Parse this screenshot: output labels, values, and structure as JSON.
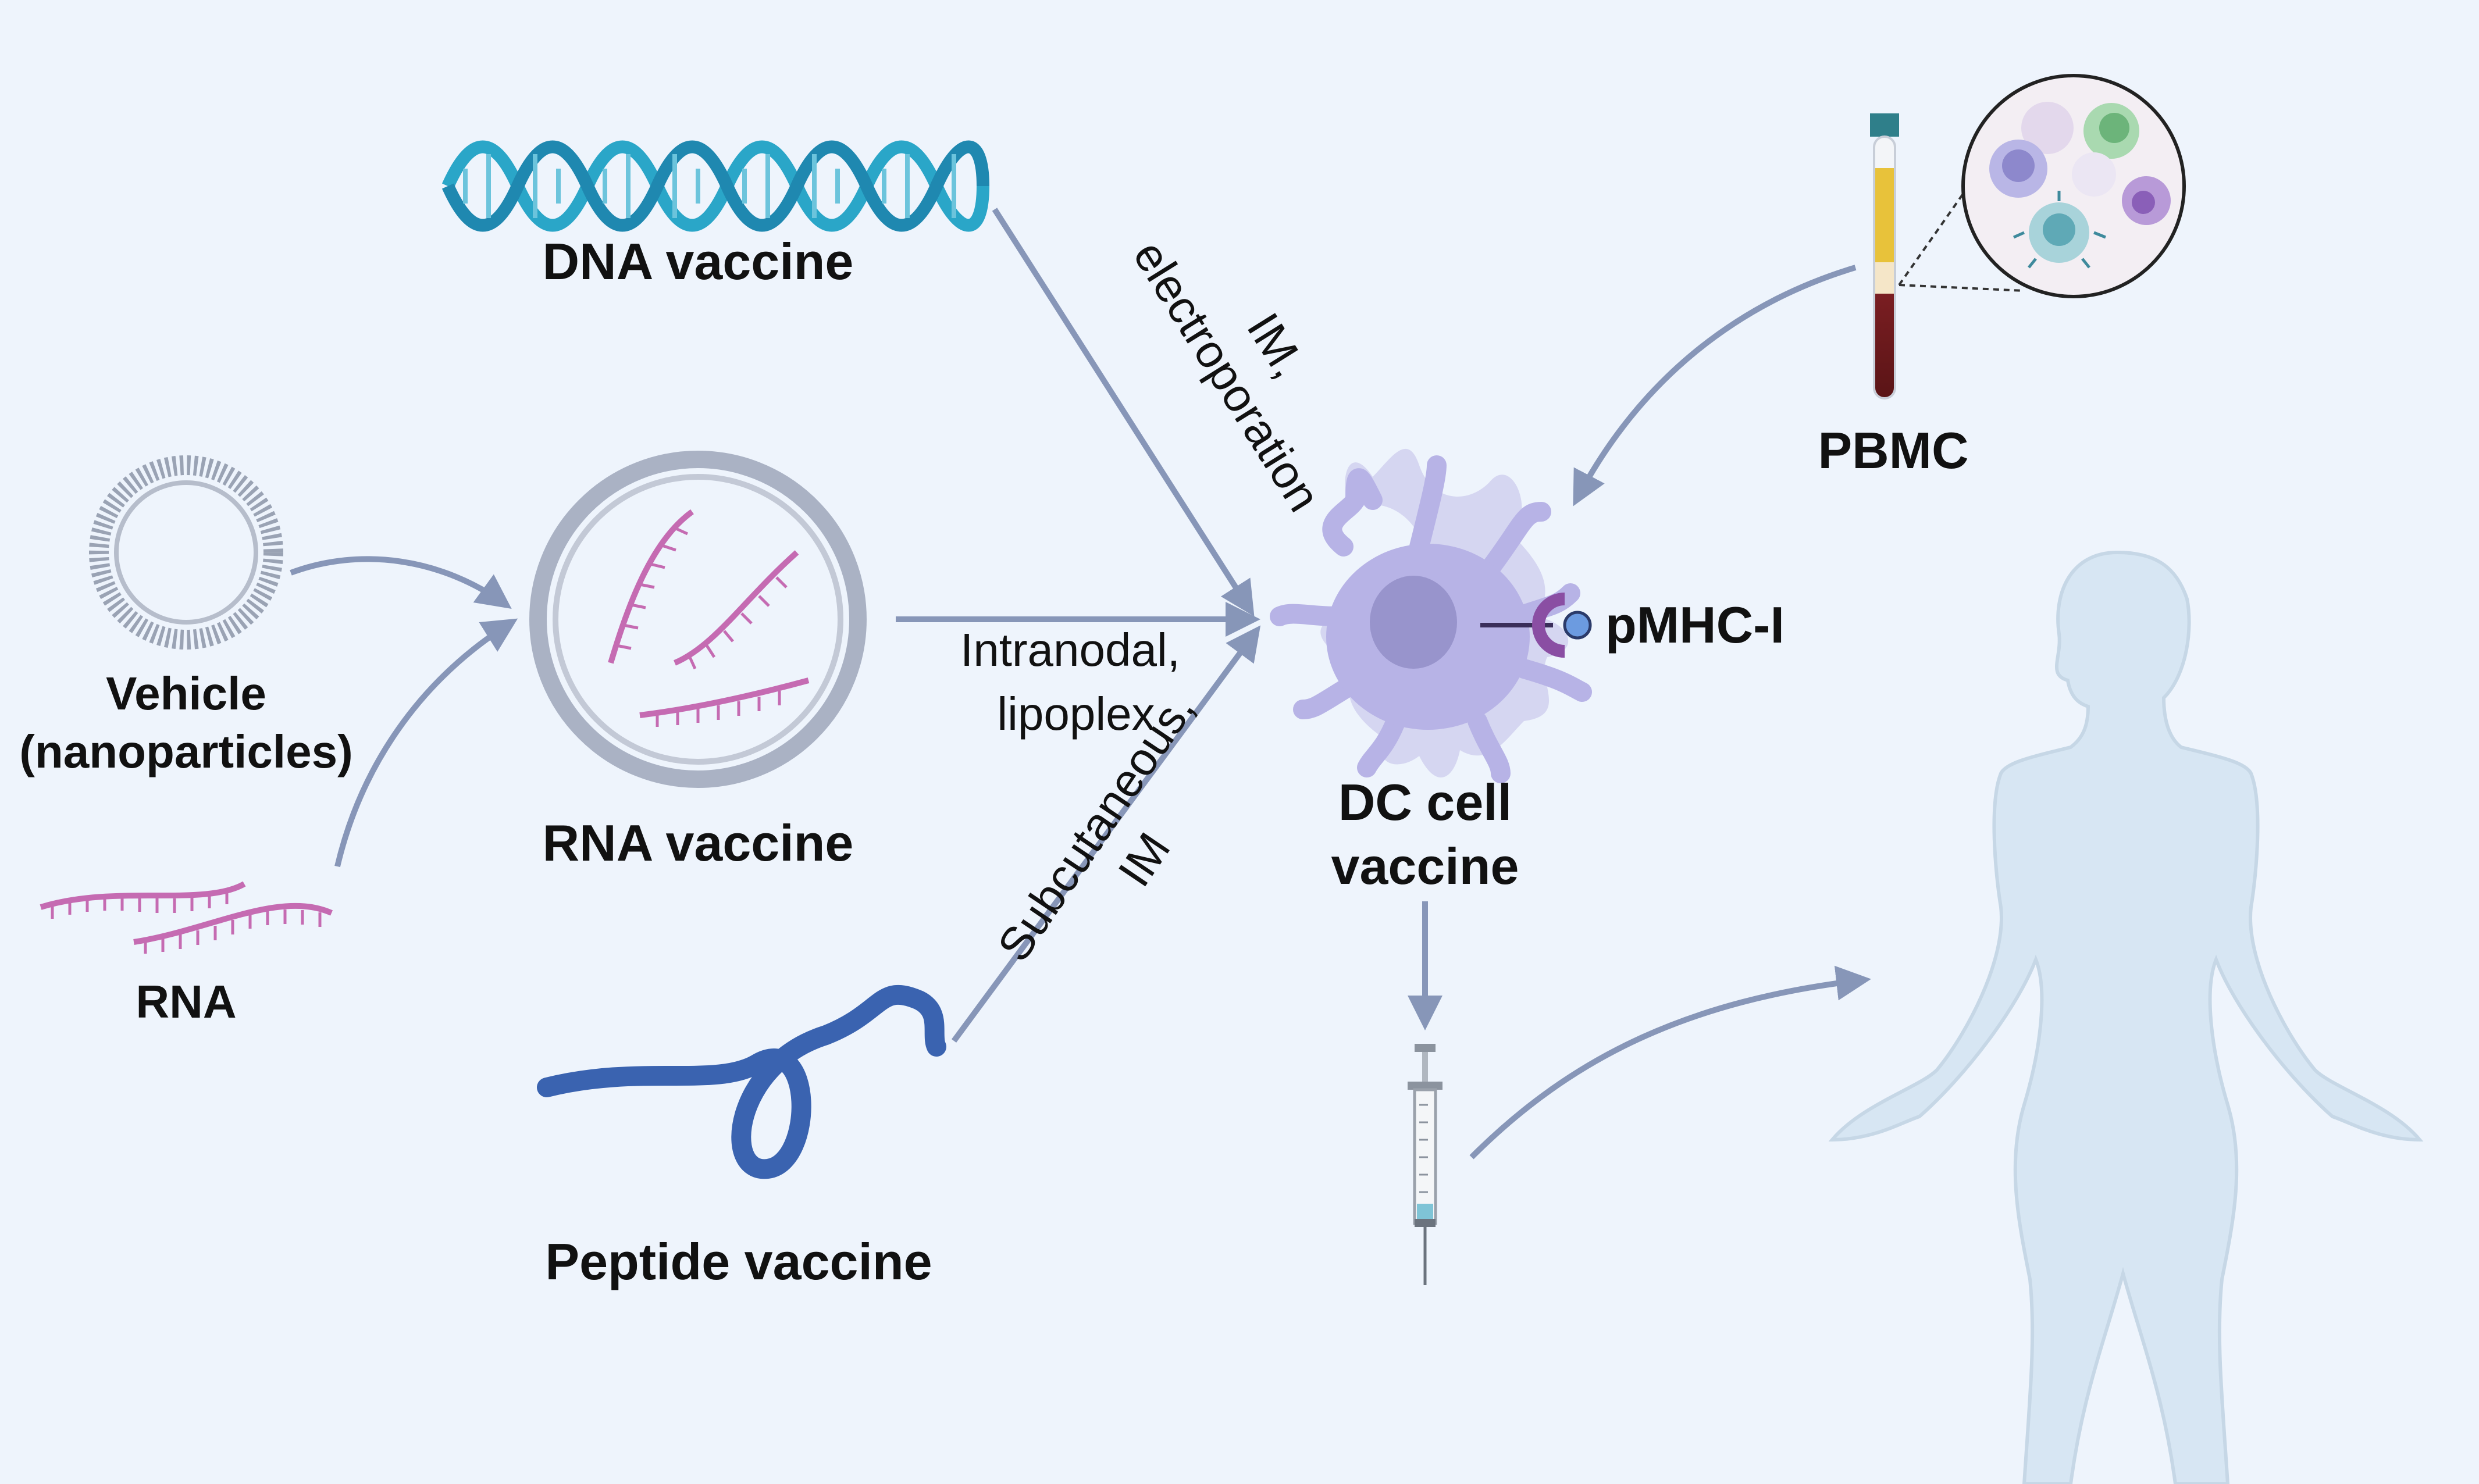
{
  "labels": {
    "dna_vaccine": "DNA vaccine",
    "rna_vaccine": "RNA vaccine",
    "peptide_vaccine": "Peptide vaccine",
    "vehicle_line1": "Vehicle",
    "vehicle_line2": "(nanoparticles)",
    "rna": "RNA",
    "pbmc": "PBMC",
    "dc_line1": "DC cell",
    "dc_line2": "vaccine",
    "pmhc": "pMHC-I"
  },
  "routes": {
    "dna_line1": "IM,",
    "dna_line2": "electroporation",
    "rna_line1": "Intranodal,",
    "rna_line2": "lipoplex",
    "peptide_line1": "Subcutaneous,",
    "peptide_line2": "IM"
  },
  "colors": {
    "background": "#eef4fc",
    "arrow": "#8796b8",
    "dna": "#2aa6c8",
    "rna": "#c56bb2",
    "peptide": "#3a63b0",
    "dc_cell": "#b7b3e6",
    "dc_nucleus": "#9894cc",
    "body": "#d7e6f3"
  }
}
